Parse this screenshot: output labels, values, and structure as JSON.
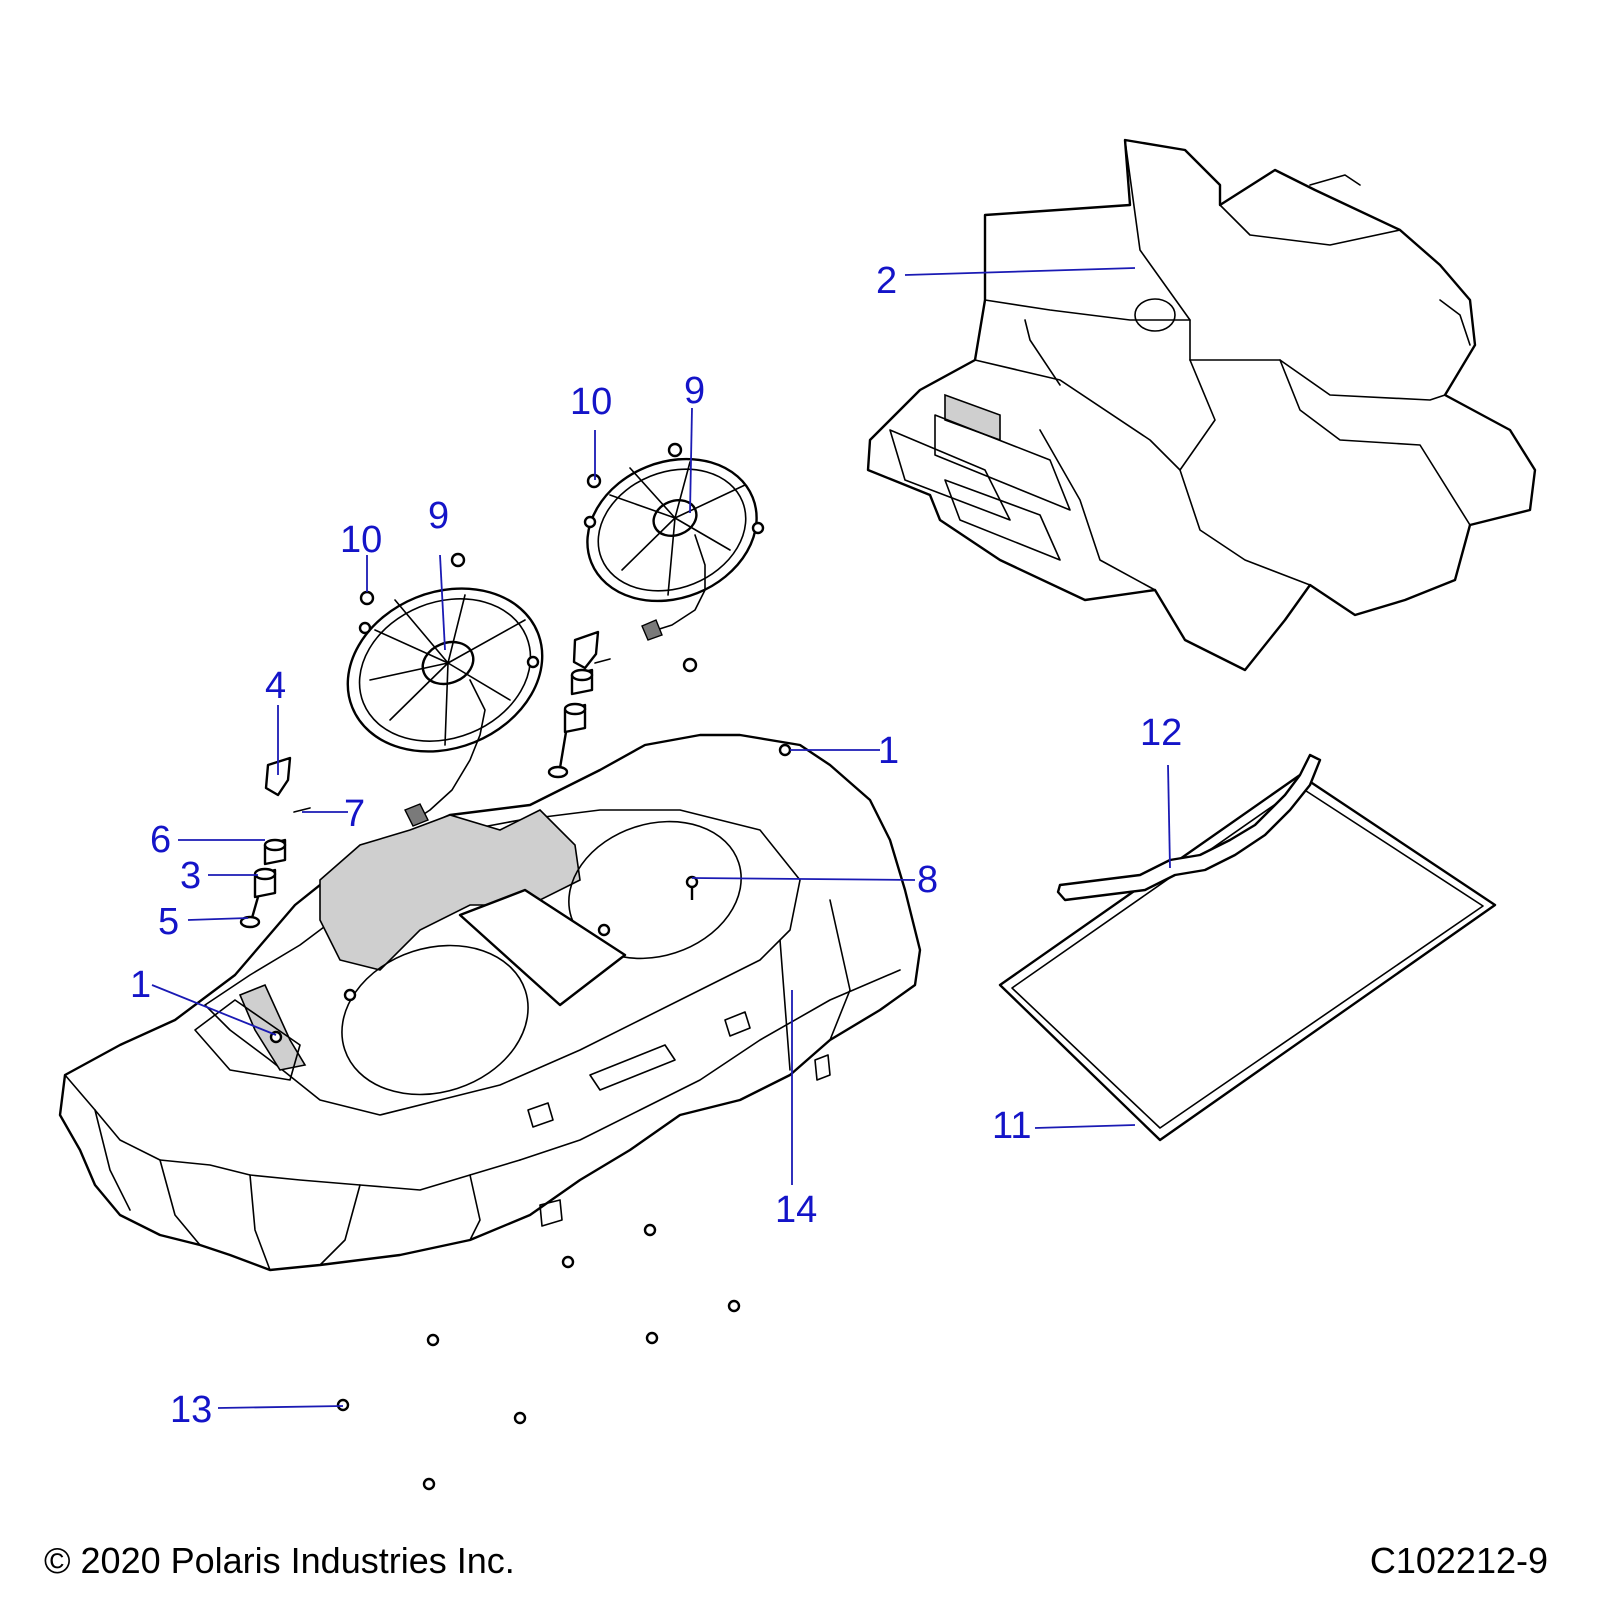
{
  "diagram": {
    "callouts": [
      {
        "id": "c1a",
        "label": "1"
      },
      {
        "id": "c1b",
        "label": "1"
      },
      {
        "id": "c2",
        "label": "2"
      },
      {
        "id": "c3",
        "label": "3"
      },
      {
        "id": "c4",
        "label": "4"
      },
      {
        "id": "c5",
        "label": "5"
      },
      {
        "id": "c6",
        "label": "6"
      },
      {
        "id": "c7",
        "label": "7"
      },
      {
        "id": "c8",
        "label": "8"
      },
      {
        "id": "c9a",
        "label": "9"
      },
      {
        "id": "c9b",
        "label": "9"
      },
      {
        "id": "c10a",
        "label": "10"
      },
      {
        "id": "c10b",
        "label": "10"
      },
      {
        "id": "c11",
        "label": "11"
      },
      {
        "id": "c12",
        "label": "12"
      },
      {
        "id": "c13",
        "label": "13"
      },
      {
        "id": "c14",
        "label": "14"
      }
    ]
  },
  "footer": {
    "copyright": "© 2020 Polaris Industries Inc.",
    "diagram_id": "C102212-9"
  },
  "colors": {
    "callout": "#1414c8",
    "line": "#000000",
    "background": "#ffffff"
  }
}
